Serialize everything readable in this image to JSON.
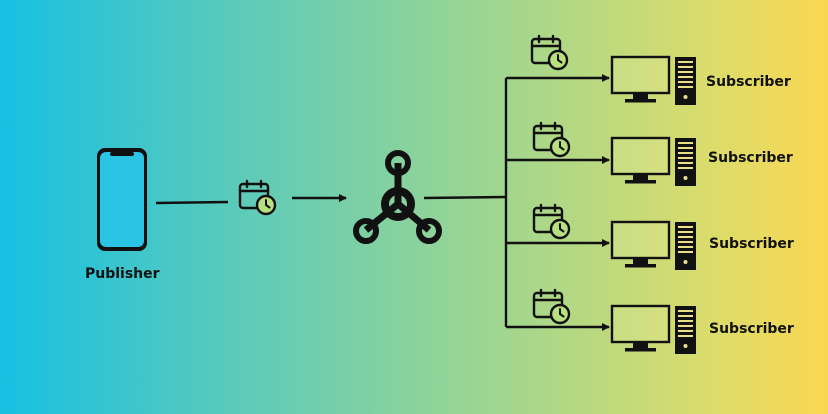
{
  "diagram": {
    "publisher": {
      "label": "Publisher",
      "icon": "smartphone-icon"
    },
    "message": {
      "icon": "calendar-clock-icon"
    },
    "broker": {
      "icon": "hub-icon"
    },
    "subscribers": [
      {
        "label": "Subscriber",
        "icon": "desktop-computer-icon"
      },
      {
        "label": "Subscriber",
        "icon": "desktop-computer-icon"
      },
      {
        "label": "Subscriber",
        "icon": "desktop-computer-icon"
      },
      {
        "label": "Subscriber",
        "icon": "desktop-computer-icon"
      }
    ],
    "colors": {
      "stroke": "#111111",
      "phone_screen": "#2cc4e4"
    }
  }
}
